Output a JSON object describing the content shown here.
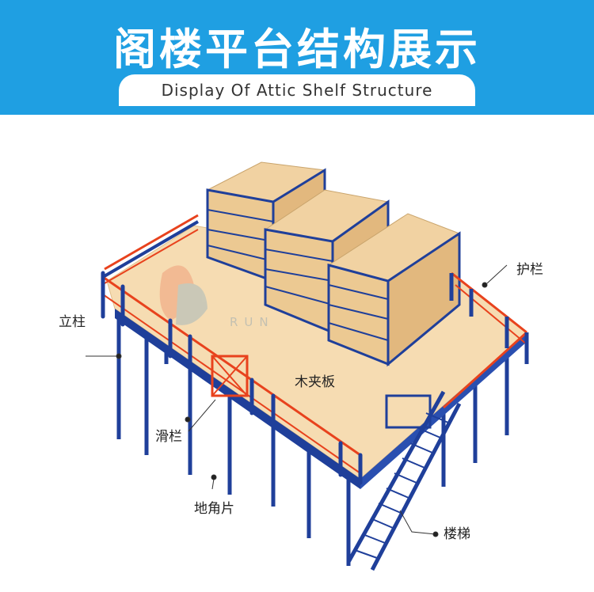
{
  "header": {
    "title": "阁楼平台结构展示",
    "subtitle": "Display Of Attic Shelf Structure"
  },
  "labels": {
    "guardrail": "护栏",
    "column": "立柱",
    "plank": "木夹板",
    "slide_rail": "滑栏",
    "foot_plate": "地角片",
    "stairs": "楼梯"
  },
  "watermark_text": "RUN",
  "colors": {
    "banner": "#1f9fe2",
    "steel_blue": "#1f3f9a",
    "rail_orange": "#e8421d",
    "deck": "#f6dcb2",
    "box": "#f1d2a2"
  }
}
